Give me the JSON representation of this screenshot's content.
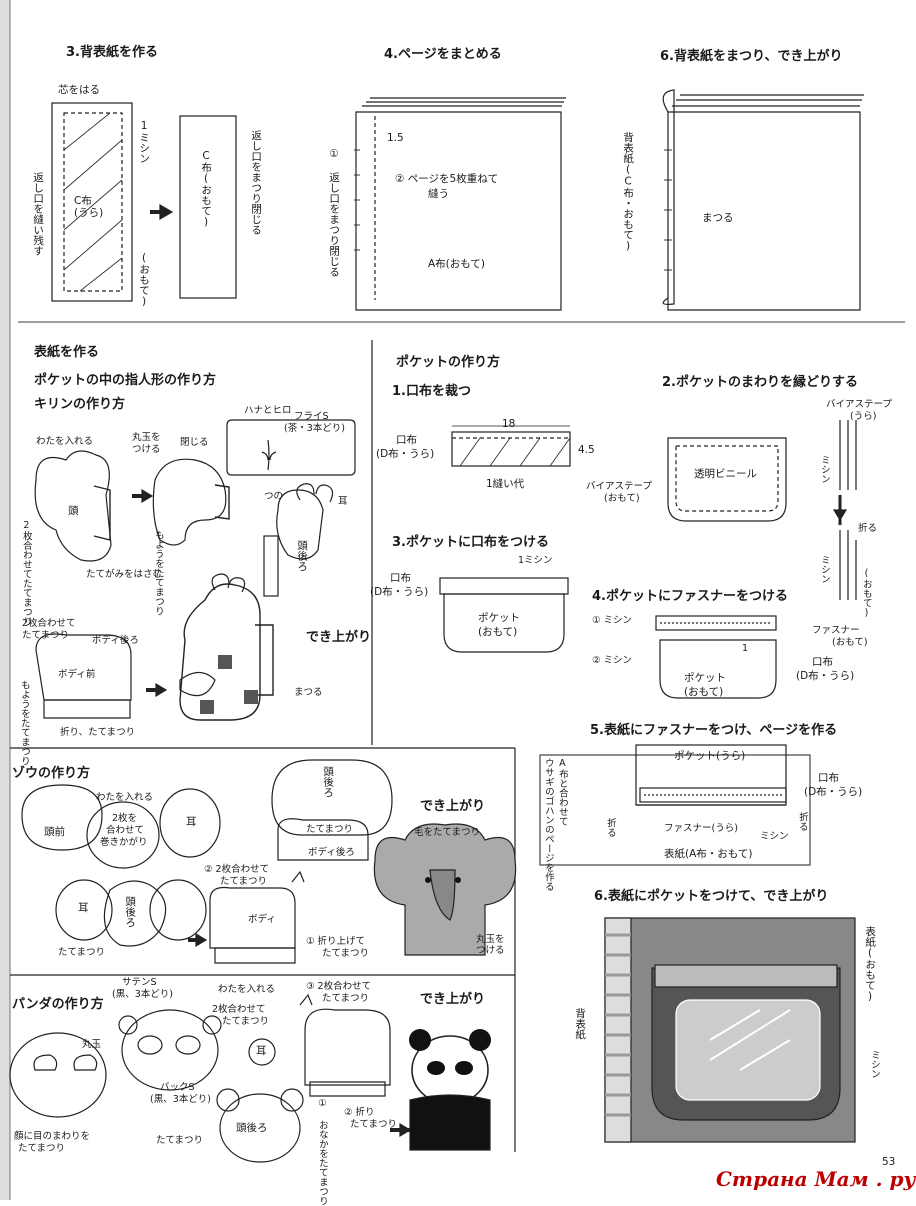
{
  "sections": {
    "step3": {
      "title": "3.背表紙を作る",
      "core": "芯をはる",
      "m1": "1ミシン",
      "cfabric_back": "C布\n(うら)",
      "leave": "返し口を縫い残す",
      "front_label": "(おもて)",
      "cfabric_front": "C布(おもて)",
      "close": "返し口をまつり閉じる"
    },
    "step4": {
      "title": "4.ページをまとめる",
      "dim": "1.5",
      "c1": "① 返し口をまつり閉じる",
      "c2a": "② ページを5枚重ねて",
      "c2b": "縫う",
      "afabric": "A布(おもて)"
    },
    "step6": {
      "title": "6.背表紙をまつり、でき上がり",
      "spine": "背表紙(C布・おもて)",
      "matsuru": "まつる"
    },
    "cover": {
      "title": "表紙を作る",
      "sub1": "ポケットの中の指人形の作り方",
      "sub2": "キリンの作り方"
    },
    "giraffe": {
      "hanatohiro": "ハナとヒロ",
      "flyS": "フライS",
      "flyS2": "(茶・3本どり)",
      "wata": "わたを入れる",
      "maru1": "丸玉を",
      "maru2": "つける",
      "tojiru": "閉じる",
      "tsuno": "つの",
      "mimi": "耳",
      "head": "頭",
      "twoLayers": "2枚合わせてたてまつり",
      "mane": "たてがみをはさむ",
      "moyou": "もようをたてまつり",
      "headBack": "頭後ろ",
      "twoLayers2a": "2枚合わせて",
      "twoLayers2b": "たてまつり",
      "bodyBack": "ボディ後ろ",
      "bodyFront": "ボディ前",
      "moyou2": "もようをたてまつり",
      "fold": "折り、たてまつり",
      "done": "でき上がり",
      "matsuru": "まつる"
    },
    "elephant": {
      "title": "ゾウの作り方",
      "wata": "わたを入れる",
      "headFront": "頭前",
      "twoLayersA": "2枚を",
      "twoLayersB": "合わせて",
      "twoLayersC": "巻きかがり",
      "mimi": "耳",
      "mimi2": "耳",
      "headBack": "頭後ろ",
      "tatematsuri": "たてまつり",
      "headBackTop": "頭後ろ",
      "tatematsuri2": "たてまつり",
      "bodyBack": "ボディ後ろ",
      "two2a": "② 2枚合わせて",
      "two2b": "たてまつり",
      "body": "ボディ",
      "fold1a": "① 折り上げて",
      "fold1b": "たてまつり",
      "done": "でき上がり",
      "hair": "毛をたてまつり",
      "ball": "丸玉を\nつける"
    },
    "panda": {
      "title": "パンダの作り方",
      "satin": "サテンS",
      "satin2": "(黒、3本どり)",
      "wata": "わたを入れる",
      "two1": "③ 2枚合わせて",
      "two1b": "たてまつり",
      "maru": "丸玉",
      "twoLayersA": "2枚合わせて",
      "twoLayersB": "たてまつり",
      "mimi": "耳",
      "back": "バックS",
      "back2": "(黒、3本どり)",
      "head": "頭後ろ",
      "tatematsuri": "たてまつり",
      "faceNote": "顔に目のまわりを",
      "faceNote2": "たてまつり",
      "belly": "① おなかをたてまつり",
      "fold2": "② 折り",
      "fold2b": "たてまつり",
      "done": "でき上がり"
    },
    "pocket": {
      "title": "ポケットの作り方",
      "s1": "1.口布を裁つ",
      "kuchi": "口布",
      "kuchi2": "(D布・うら)",
      "w18": "18",
      "h45": "4.5",
      "seam": "1縫い代",
      "s2": "2.ポケットのまわりを縁どりする",
      "bias": "バイアステープ",
      "bias2": "(うら)",
      "vinyl": "透明ビニール",
      "bias3": "バイアステープ",
      "bias4": "(おもて)",
      "m1": "ミシン",
      "fold": "折る",
      "m2": "ミシン",
      "omote": "(おもて)",
      "s3": "3.ポケットに口布をつける",
      "m3": "1ミシン",
      "kuchi3": "口布",
      "kuchi4": "(D布・うら)",
      "pk": "ポケット",
      "pk2": "(おもて)",
      "s4": "4.ポケットにファスナーをつける",
      "z1": "① ミシン",
      "z2": "② ミシン",
      "fastener": "ファスナー",
      "fastener2": "(おもて)",
      "z1w": "1",
      "kuchi5": "口布",
      "kuchi6": "(D布・うら)",
      "pk3": "ポケット",
      "pk4": "(おもて)",
      "s5": "5.表紙にファスナーをつけ、ページを作る",
      "pkb": "ポケット(うら)",
      "kuchi7": "口布",
      "kuchi8": "(D布・うら)",
      "rabbit": "ウサギのゴハンのページを作る",
      "afab": "A布と合わせて",
      "fold5": "折る",
      "fold6": "折る",
      "fastener3": "ファスナー(うら)",
      "m5": "ミシン",
      "cover": "表紙(A布・おもて)",
      "s6": "6.表紙にポケットをつけて、でき上がり",
      "cover2": "表紙(おもて)",
      "spine": "背表紙",
      "m6": "ミシン"
    },
    "footer": {
      "page": "53",
      "watermark": "Страна Мам . ру"
    }
  }
}
